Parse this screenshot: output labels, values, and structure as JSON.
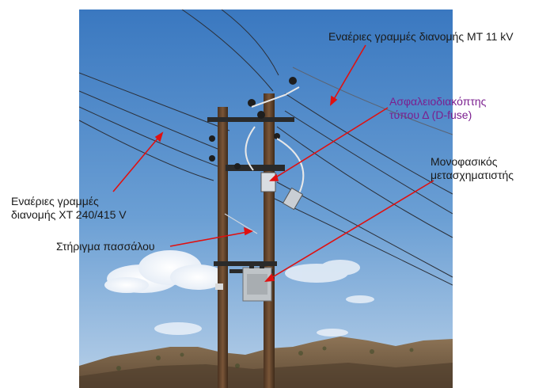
{
  "figure": {
    "labels": {
      "mv_lines": "Εναέριες γραμμές διανομής ΜΤ 11 kV",
      "dfuse_line1": "Ασφαλειοδιακόπτης",
      "dfuse_line2": "τύπου Δ (D-fuse)",
      "transformer_line1": "Μονοφασικός",
      "transformer_line2": "μετασχηματιστής",
      "lv_lines_line1": "Εναέριες γραμμές",
      "lv_lines_line2": "διανομής ΧΤ 240/415 V",
      "pole_stay": "Στήριγμα πασσάλου"
    },
    "colors": {
      "arrow": "#e01010",
      "purple_text": "#7b1f8f",
      "sky_top": "#3f7fc4",
      "sky_bottom": "#b7cfe6",
      "pole": "#6b4a2e",
      "hills": "#8a6e4f"
    }
  }
}
